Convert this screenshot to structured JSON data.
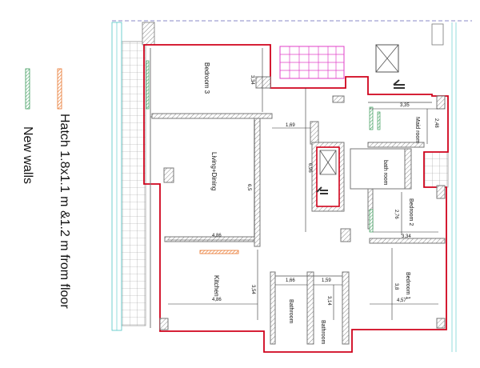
{
  "legend": {
    "new_walls": "New walls",
    "hatch": "Hatch 1.8x1.1 m &1.2 m from floor",
    "new_walls_color": "#3a9a5a",
    "hatch_color": "#e8742a"
  },
  "colors": {
    "outline_red": "#d0021b",
    "wall_grey": "#9a9a9a",
    "stair_pink": "#e040c8",
    "balcony_cyan": "#4fc4c4"
  },
  "rooms": {
    "bedroom3": "Bedroom 3",
    "living": "Living+Dining",
    "kitchen": "Kitchen",
    "bathroom_left": "Bathroom",
    "bathroom_right": "Bathroom",
    "bath_room": "bath room",
    "maid_room": "Maid room",
    "bedroom2": "Bedroom 2",
    "bedroom1": "Bedroom 1"
  },
  "dims": {
    "d_334_top": "3,34",
    "d_335": "3,35",
    "d_248": "2,48",
    "d_169": "1,69",
    "d_696": "6,96",
    "d_65": "6,5",
    "d_486_a": "4,86",
    "d_486_b": "4,86",
    "d_354": "3,54",
    "d_166": "1,66",
    "d_159": "1,59",
    "d_314": "3,14",
    "d_276": "2,76",
    "d_334_bed2": "3,34",
    "d_38": "3,8",
    "d_457": "4,57"
  }
}
